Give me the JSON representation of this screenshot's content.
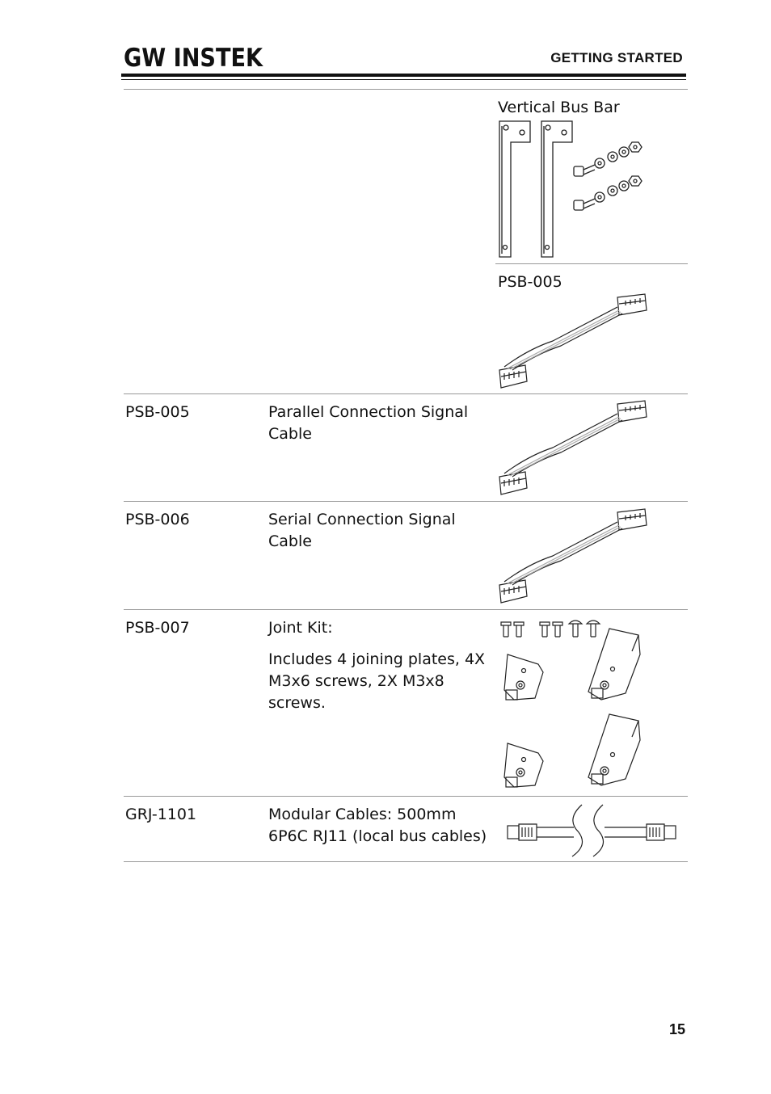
{
  "header": {
    "brand": "GW INSTEK",
    "section": "GETTING STARTED"
  },
  "continued_item": {
    "caption_1": "Vertical Bus Bar",
    "caption_2": "PSB-005"
  },
  "rows": [
    {
      "code": "PSB-005",
      "description": "Parallel Connection Signal Cable",
      "image": "signal-cable"
    },
    {
      "code": "PSB-006",
      "description": "Serial Connection Signal Cable",
      "image": "signal-cable"
    },
    {
      "code": "PSB-007",
      "description": "Joint Kit:",
      "description_extra": "Includes 4 joining plates, 4X M3x6 screws, 2X M3x8 screws.",
      "image": "joint-kit"
    },
    {
      "code": "GRJ-1101",
      "description": "Modular Cables: 500mm 6P6C RJ11 (local bus cables)",
      "image": "rj11-cable"
    }
  ],
  "footer": {
    "page_number": "15"
  }
}
